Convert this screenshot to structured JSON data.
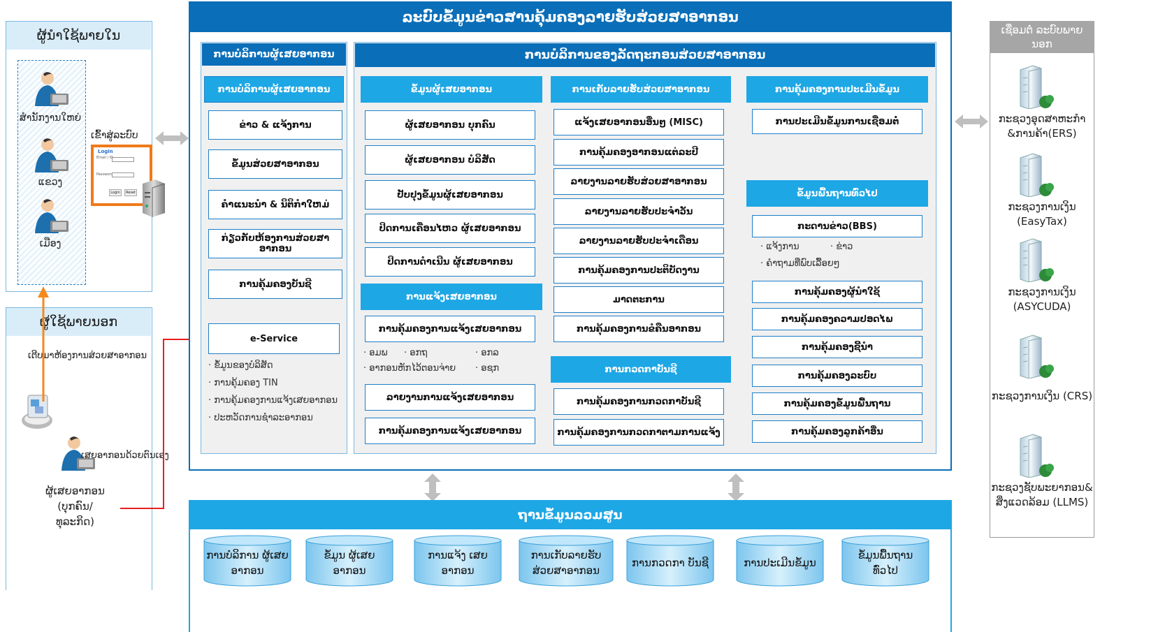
{
  "colors": {
    "header_blue": "#0a6eb8",
    "section_blue": "#1ea7e5",
    "light_header": "#d9edf9",
    "box_border": "#1e7fc8",
    "arrow_red": "#e81e1e",
    "arrow_orange": "#f58a1e",
    "arrow_gray": "#bfbfbf"
  },
  "icons": [
    "person-at-laptop-icon",
    "login-form-icon",
    "server-icon",
    "globe-icon",
    "building-icon"
  ],
  "internal_users": {
    "title": "ຜູ້ນຳໃຊ້ພາຍໃນ",
    "items": [
      "ສຳນັກງານໃຫຍ່",
      "ແຂວງ",
      "ເມືອງ"
    ],
    "login_label": "ເຂົ້າສູ່ລະບົບ",
    "login_form": {
      "title": "Login",
      "fields": [
        "Email / ID",
        "Password"
      ],
      "buttons": [
        "Login",
        "Reset"
      ]
    }
  },
  "external_users": {
    "title": "ຜູ້ໃຊ້ພາຍນອກ",
    "contact_label": "ເຕີບມາຫ້ອງການສ່ວຍສາອາກອນ",
    "self_label": "ເສຍອາກອນດ້ວຍຕົນເອງ",
    "taxpayer_label": "ຜູ້ເສຍອາກອນ (ບຸກຄົນ/ ທຸລະກິດ)"
  },
  "main": {
    "title": "ລະບົບຂໍ້ມູນຂ່າວສານຄຸ້ມຄອງລາຍຮັບສ່ວຍສາອາກອນ",
    "left_panel": {
      "header": "ການບໍລິການຜູ້ເສຍອາກອນ",
      "boxes": [
        "ການບໍລິການຜູ້ເສຍອາກອນ",
        "ຂ່າວ & ແຈ້ງການ",
        "ຂໍ້ມູນສ່ວຍສາອາກອນ",
        "ຄຳແນະນຳ & ນິຕິກຳໃຫມ່",
        "ກ່ຽວກັບຫ້ອງການສ່ວຍສາອາກອນ",
        "ການຄຸ້ມຄອງບັນຊີ"
      ],
      "eservice": "e-Service",
      "eservice_items": [
        "ຂໍ້ມູນຂອງບໍລິສັດ",
        "ການຄຸ້ມຄອງ TIN",
        "ການຄຸ້ມຄອງການແຈ້ງເສຍອາກອນ",
        "ປະຫວັດການຊຳລະອາກອນ"
      ]
    },
    "right_panel": {
      "header": "ການບໍລິການຂອງລັດຖະກອນສ່ວຍສາອາກອນ",
      "col1": {
        "header": "ຂໍ້ມູນຜູ້ເສຍອາກອນ",
        "boxes": [
          "ຜູ້ເສຍອາກອນ ບຸກຄົນ",
          "ຜູ້ເສຍອາກອນ ບໍລິສັດ",
          "ປັບປຸງຂໍ້ມູນຜູ້ເສຍອາກອນ",
          "ປິດການເຄື່ອນໄຫວ ຜູ້ເສຍອາກອນ",
          "ປິດການດຳເນີນ ຜູ້ເສຍອາກອນ"
        ],
        "sub_header": "ການແຈ້ງເສຍອາກອນ",
        "sub_boxes": [
          "ການຄຸ້ມຄອງການແຈ້ງເສຍອາກອນ",
          "ລາຍງານການແຈ້ງເສຍອາກອນ",
          "ການຄຸ້ມຄອງການແຈ້ງເສຍອາກອນ"
        ],
        "sub_notes": [
          "ອມພ",
          "ອກຖ",
          "ອກລ",
          "ອາກອນຫັກໄວ້ຕອນຈ່າຍ",
          "ອຊກ"
        ]
      },
      "col2": {
        "header": "ການເກັບລາຍຮັບສ່ວຍສາອາກອນ",
        "boxes": [
          "ແຈ້ງເສຍອາກອນອື່ນໆ (MISC)",
          "ການຄຸ້ມຄອງອາກອນແຕ່ລະປີ",
          "ລາຍງານລາຍຮັບສ່ວຍສາອາກອນ",
          "ລາຍງານລາຍຮັບປະຈຳວັນ",
          "ລາຍງານລາຍຮັບປະຈຳເດືອນ",
          "ການຄຸ້ມຄອງການປະຕິບັດງານ",
          "ມາດຕະການ",
          "ການຄຸ້ມຄອງການຂໍຄືນອາກອນ"
        ],
        "sub_header": "ການກວດກາບັນຊີ",
        "sub_boxes": [
          "ການຄຸ້ມຄອງການກວດກາບັນຊີ",
          "ການຄຸ້ມຄອງການກວດກາຕາມການແຈ້ງ"
        ]
      },
      "col3": {
        "header": "ການຄຸ້ມຄອງການປະເມີນຂໍ້ມູນ",
        "boxes": [
          "ການປະເມີນຂໍ້ມູນການເຊື່ອມຕໍ່"
        ],
        "sub_header": "ຂໍ້ມູນພື້ນຖານທົ່ວໄປ",
        "sub_boxes": [
          "ກະດານຂ່າວ(BBS)",
          "ການຄຸ້ມຄອງຜູ້ນຳໃຊ້",
          "ການຄຸ້ມຄອງຄວາມປອດໄພ",
          "ການຄຸ້ມຄອງຊີ້ນຳ",
          "ການຄຸ້ມຄອງລະບົບ",
          "ການຄຸ້ມຄອງຂໍ້ມູນພື້ນຖານ",
          "ການຄຸ້ມຄອງລູກຄ້າອື່ນ"
        ],
        "sub_notes": [
          "ແຈ້ງການ",
          "ຂ່າວ",
          "ຄຳຖາມທີ່ພົບເລື້ອຍໆ"
        ]
      }
    }
  },
  "database": {
    "title": "ຖານຂໍ້ມູນລວມສູນ",
    "items": [
      "ການບໍລິການ ຜູ້ເສຍອາກອນ",
      "ຂໍ້ມູນ ຜູ້ເສຍອາກອນ",
      "ການແຈ້ງ ເສຍອາກອນ",
      "ການເກັບລາຍຮັບ ສ່ວຍສາອາກອນ",
      "ການກວດກາ ບັນຊີ",
      "ການປະເມີນຂໍ້ມູນ",
      "ຂໍ້ມູນພື້ນຖານ ທົ່ວໄປ"
    ]
  },
  "external_systems": {
    "title": "ເຊື່ອມຕໍ່ ລະບົບພາຍນອກ",
    "items": [
      "ກະຊວງອຸດສາຫະກຳ &ການຄ້າ(ERS)",
      "ກະຊວງການເງິນ (EasyTax)",
      "ກະຊວງການເງິນ (ASYCUDA)",
      "ກະຊວງການເງິນ (CRS)",
      "ກະຊວງຊັບພະຍາກອນ& ສິ່ງແວດລ້ອມ (LLMS)"
    ]
  }
}
